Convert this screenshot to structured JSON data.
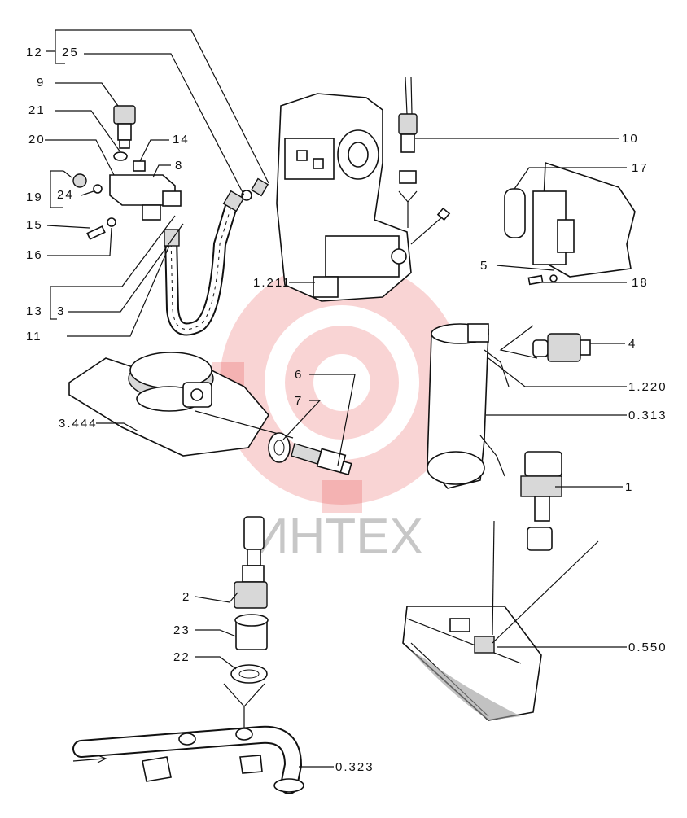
{
  "callouts": {
    "c12": "12",
    "c25": "25",
    "c9": "9",
    "c21": "21",
    "c20": "20",
    "c14": "14",
    "c8": "8",
    "c19": "19",
    "c24": "24",
    "c15": "15",
    "c16": "16",
    "c13": "13",
    "c3": "3",
    "c11": "11",
    "c10": "10",
    "c17": "17",
    "c5": "5",
    "c18": "18",
    "c1211": "1.211",
    "c4": "4",
    "c1220": "1.220",
    "c0313": "0.313",
    "c6": "6",
    "c7": "7",
    "c3444": "3.444",
    "c1": "1",
    "c2": "2",
    "c23": "23",
    "c22": "22",
    "c0550": "0.550",
    "c0323": "0.323"
  },
  "watermark": {
    "text": "ИНТЕХ",
    "color": "#e23a3a"
  }
}
